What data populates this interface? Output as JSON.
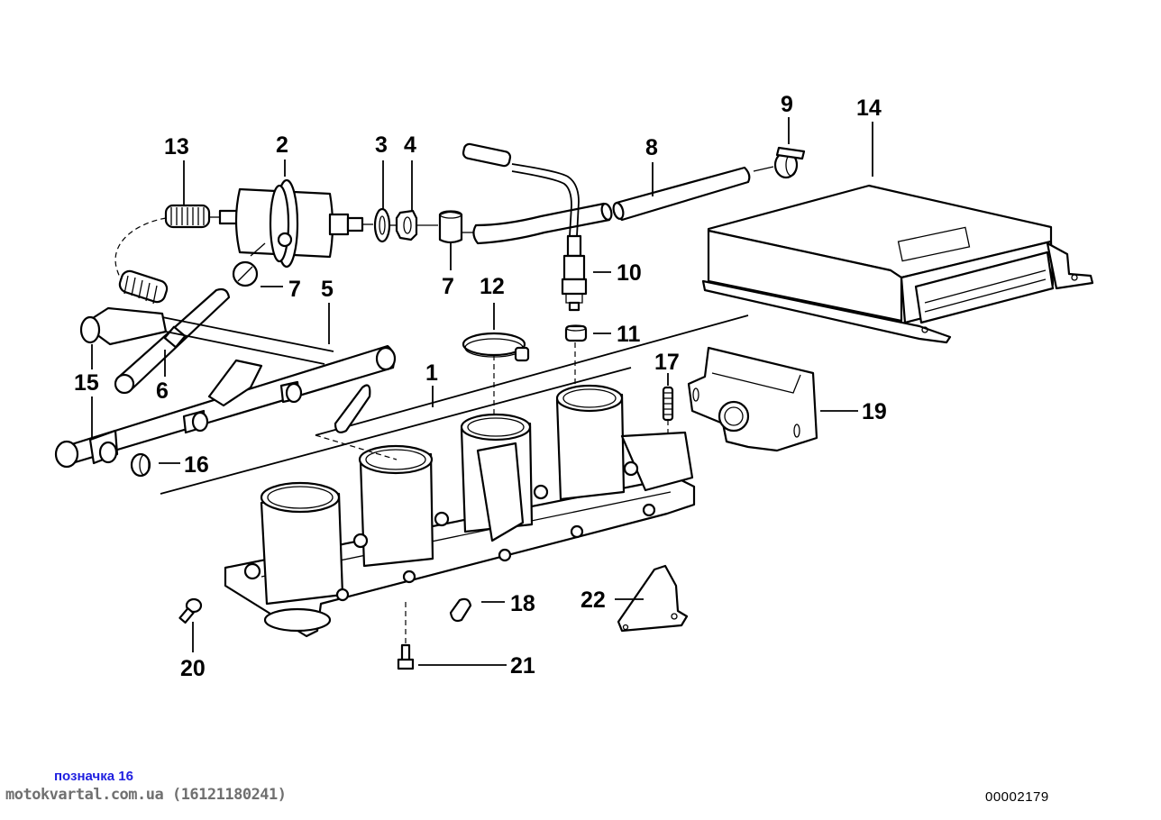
{
  "diagram": {
    "title": "Throttle body / fuel pressure regulator / control unit exploded view",
    "drawing_number": "00002179",
    "colors": {
      "lines": "#000000",
      "background": "#ffffff",
      "caption_blue": "#2020e0",
      "caption_grey": "#707070"
    },
    "callouts": [
      {
        "id": "1",
        "part": "throttle-body-assembly"
      },
      {
        "id": "2",
        "part": "fuel-pressure-regulator"
      },
      {
        "id": "3",
        "part": "washer"
      },
      {
        "id": "4",
        "part": "hex-nut"
      },
      {
        "id": "5",
        "part": "vacuum-hose-manifold"
      },
      {
        "id": "6",
        "part": "hose"
      },
      {
        "id": "7",
        "part": "hose-clamp"
      },
      {
        "id": "8",
        "part": "hose"
      },
      {
        "id": "9",
        "part": "hose-clamp"
      },
      {
        "id": "10",
        "part": "temperature-sensor"
      },
      {
        "id": "11",
        "part": "sealing-ring"
      },
      {
        "id": "12",
        "part": "hose-clamp-large"
      },
      {
        "id": "13",
        "part": "spring-hose"
      },
      {
        "id": "14",
        "part": "control-unit"
      },
      {
        "id": "15",
        "part": "distribution-pipe"
      },
      {
        "id": "16",
        "part": "hose-clamp"
      },
      {
        "id": "17",
        "part": "stud-bolt"
      },
      {
        "id": "18",
        "part": "cap"
      },
      {
        "id": "19",
        "part": "throttle-position-sensor"
      },
      {
        "id": "20",
        "part": "screw"
      },
      {
        "id": "21",
        "part": "hex-bolt"
      },
      {
        "id": "22",
        "part": "bracket"
      }
    ]
  },
  "footer": {
    "caption_label": "позначка 16",
    "source_text": "motokvartal.com.ua (16121180241)"
  }
}
